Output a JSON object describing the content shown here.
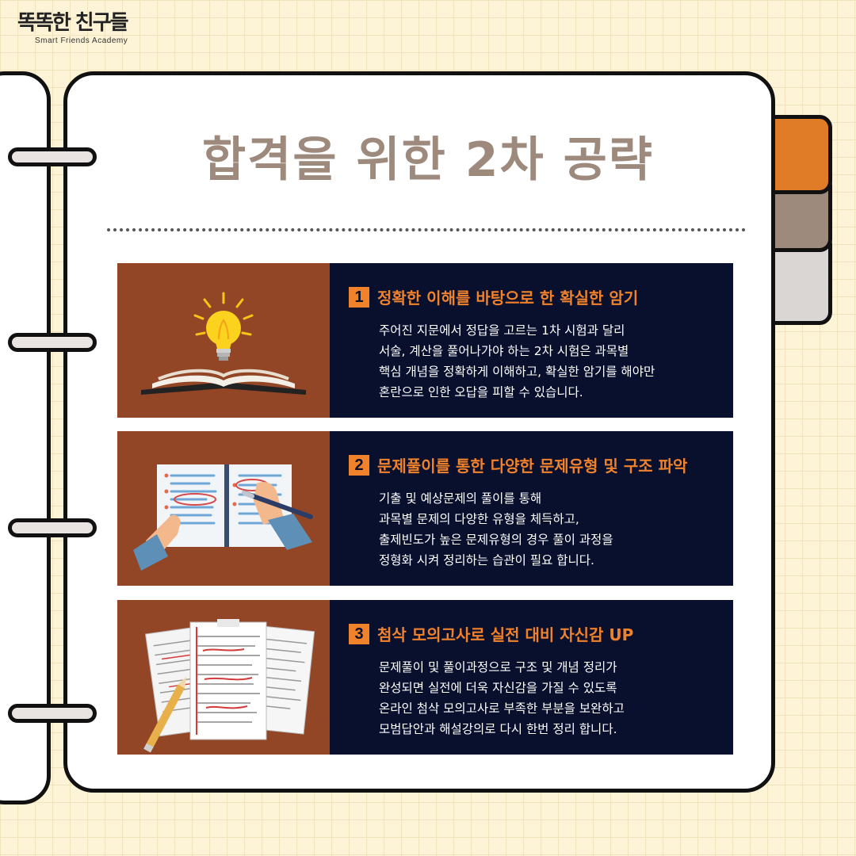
{
  "brand": {
    "logo_text": "똑똑한 친구들",
    "logo_subtitle": "Smart Friends Academy"
  },
  "headline": "합격을 위한 2차 공략",
  "colors": {
    "background": "#fdf3d6",
    "headline": "#9d8a7d",
    "card_left": "#924626",
    "card_right": "#08102e",
    "accent": "#f0822c",
    "tab_orange": "#e07b28",
    "tab_taupe": "#9d8a7d",
    "tab_gray": "#dad6d3"
  },
  "cards": [
    {
      "number": "1",
      "title": "정확한 이해를 바탕으로 한 확실한 암기",
      "illustration": "lightbulb-book-icon",
      "lines": [
        "주어진 지문에서 정답을 고르는 1차 시험과 달리",
        "서술, 계산을 풀어나가야 하는 2차 시험은 과목별",
        "핵심 개념을 정확하게 이해하고, 확실한 암기를 해야만",
        "혼란으로 인한 오답을 피할 수 있습니다."
      ]
    },
    {
      "number": "2",
      "title": "문제풀이를 통한 다양한 문제유형 및 구조 파악",
      "illustration": "hands-writing-notebook-icon",
      "lines": [
        "기출 및 예상문제의 풀이를 통해",
        "과목별 문제의 다양한 유형을 체득하고,",
        "출제빈도가 높은 문제유형의 경우 풀이 과정을",
        "정형화 시켜 정리하는 습관이 필요 합니다."
      ]
    },
    {
      "number": "3",
      "title": "첨삭 모의고사로 실전 대비 자신감 UP",
      "illustration": "graded-papers-pencil-icon",
      "lines": [
        "문제풀이 및 풀이과정으로 구조 및 개념 정리가",
        "완성되면 실전에 더욱 자신감을 가질 수 있도록",
        "온라인 첨삭 모의고사로 부족한 부분을 보완하고",
        "모범답안과 해설강의로 다시 한번 정리 합니다."
      ]
    }
  ]
}
